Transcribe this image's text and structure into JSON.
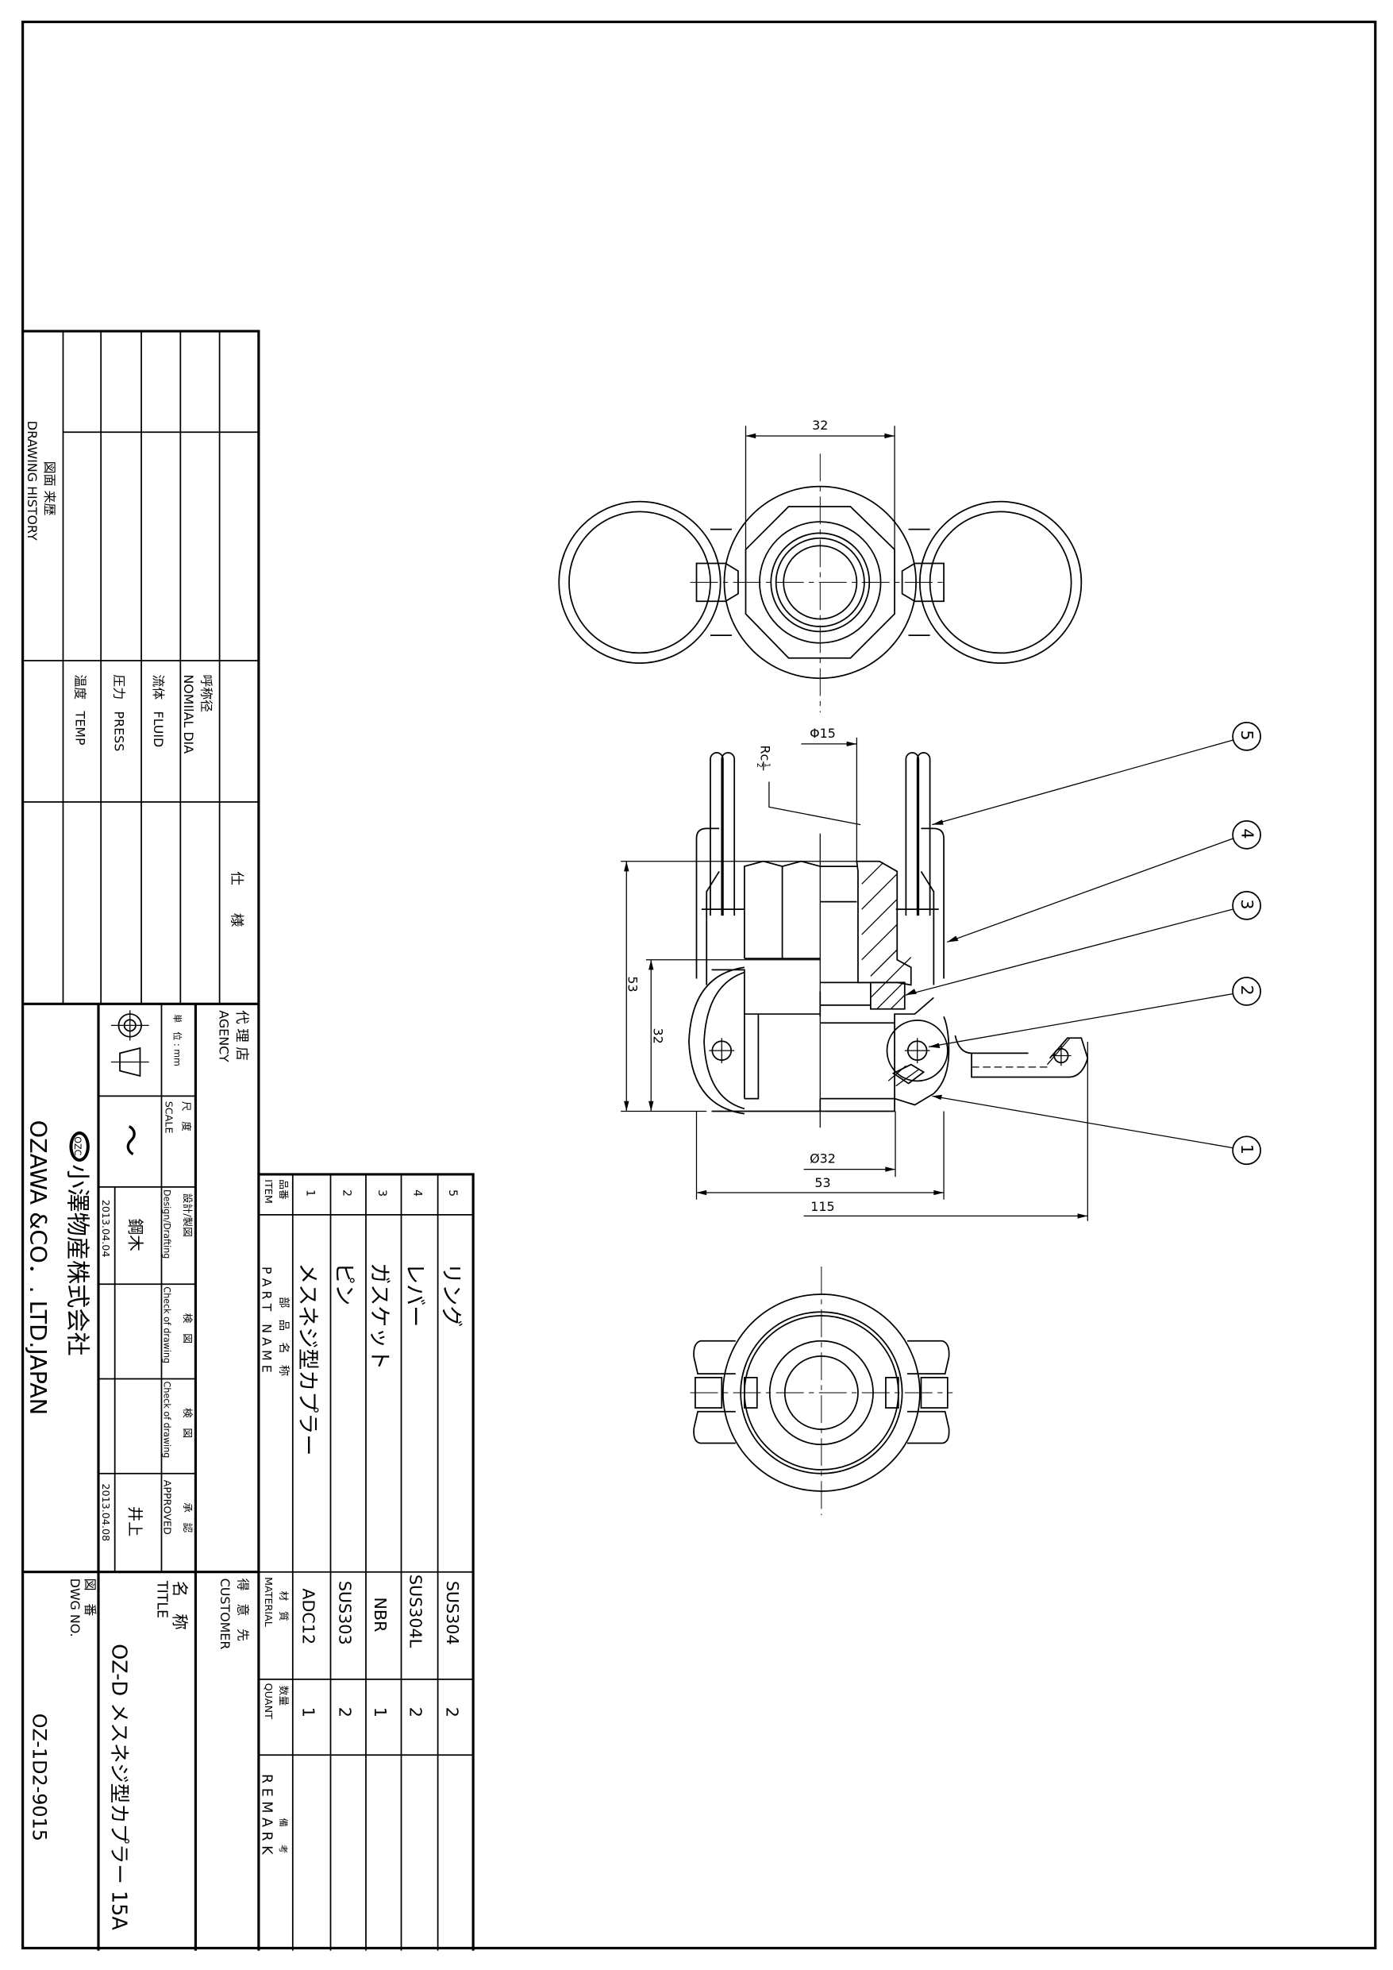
{
  "history_block": {
    "title_jp": "図面 来歴",
    "title_en": "DRAWING HISTORY",
    "spec_header": "仕　　様",
    "spec_rows": [
      {
        "jp": "呼称径",
        "en": "NOMIlAL DIA"
      },
      {
        "jp": "流体",
        "en": "FLUID"
      },
      {
        "jp": "圧力",
        "en": "PRESS"
      },
      {
        "jp": "温度",
        "en": "TEMP"
      }
    ]
  },
  "approval_block": {
    "agency_jp": "代 理 店",
    "agency_en": "AGENCY",
    "unit_label": "単　位 : mm",
    "scale_jp": "尺　度",
    "scale_en": "SCALE",
    "scale_value": "〜",
    "design_jp": "設計/製図",
    "design_en": "Design/Drafting",
    "design_name": "鋼木",
    "design_date": "2013.04.04",
    "check1_jp": "検　図",
    "check1_en": "Check of drawing",
    "check2_jp": "検　図",
    "check2_en": "Check of drawing",
    "approved_jp": "承　認",
    "approved_en": "APPROVED",
    "approved_name": "井上",
    "approved_date": "2013.04.08",
    "logo_text": "OZC",
    "company_jp": "小澤物産株式会社",
    "company_en": "OZAWA &CO．. LTD.JAPAN"
  },
  "title_block": {
    "customer_jp": "得　意　先",
    "customer_en": "CUSTOMER",
    "title_jp": "名　称",
    "title_en": "TITLE",
    "title_value": "OZ-D メスネジ型カプラー 15A",
    "dwg_jp": "図　番",
    "dwg_en": "DWG  NO.",
    "dwg_value": "OZ-1D2-9015"
  },
  "parts_list": {
    "headers": {
      "item_jp": "品番",
      "item_en": "ITEM",
      "name_jp": "部　品　名　称",
      "name_en": "P A R T　N A M E",
      "material_jp": "材　質",
      "material_en": "MATERIAL",
      "quant_jp": "数量",
      "quant_en": "QUANT",
      "remark_jp": "備　　考",
      "remark_en": "R E M A R K"
    },
    "rows": [
      {
        "item": "1",
        "name": "メスネジ型カプラー",
        "material": "ADC12",
        "quant": "1"
      },
      {
        "item": "2",
        "name": "ピン",
        "material": "SUS303",
        "quant": "2"
      },
      {
        "item": "3",
        "name": "ガスケット",
        "material": "NBR",
        "quant": "1"
      },
      {
        "item": "4",
        "name": "レバー",
        "material": "SUS304L",
        "quant": "2"
      },
      {
        "item": "5",
        "name": "リング",
        "material": "SUS304",
        "quant": "2"
      }
    ]
  },
  "drawing": {
    "top_view": {
      "dim_width": "32"
    },
    "side_view": {
      "dim_bore": "Φ15",
      "thread": "Rc",
      "thread_num": "1",
      "thread_den": "2",
      "dim_height": "53",
      "dim_lower_height": "32",
      "dim_diameter": "Ø32",
      "dim_body_width": "53",
      "dim_overall": "115"
    },
    "balloons": [
      "5",
      "4",
      "3",
      "2",
      "1"
    ]
  }
}
